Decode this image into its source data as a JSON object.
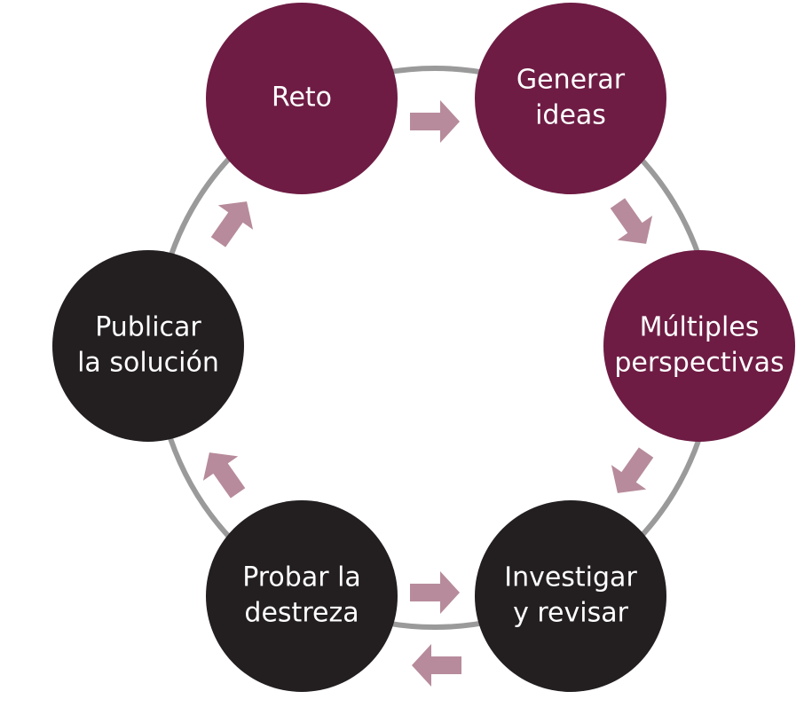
{
  "colors": {
    "maroon": "#6e1c44",
    "dark": "#231f20",
    "ring": "#9a9a9a",
    "arrow": "#b78b9b",
    "text": "#ffffff"
  },
  "nodes": [
    {
      "id": "reto",
      "lines": [
        "Reto"
      ],
      "color": "maroon"
    },
    {
      "id": "generar-ideas",
      "lines": [
        "Generar",
        "ideas"
      ],
      "color": "maroon"
    },
    {
      "id": "multiples-perspectivas",
      "lines": [
        "Múltiples",
        "perspectivas"
      ],
      "color": "maroon"
    },
    {
      "id": "investigar-y-revisar",
      "lines": [
        "Investigar",
        "y revisar"
      ],
      "color": "dark"
    },
    {
      "id": "probar-la-destreza",
      "lines": [
        "Probar la",
        "destreza"
      ],
      "color": "dark"
    },
    {
      "id": "publicar-la-solucion",
      "lines": [
        "Publicar",
        "la solución"
      ],
      "color": "dark"
    }
  ],
  "arrows": [
    {
      "from": "reto",
      "to": "generar-ideas",
      "direction": "right"
    },
    {
      "from": "generar-ideas",
      "to": "multiples-perspectivas",
      "direction": "down-right"
    },
    {
      "from": "multiples-perspectivas",
      "to": "investigar-y-revisar",
      "direction": "down-left"
    },
    {
      "from": "probar-la-destreza",
      "to": "investigar-y-revisar",
      "direction": "right"
    },
    {
      "from": "investigar-y-revisar",
      "to": "probar-la-destreza",
      "direction": "left"
    },
    {
      "from": "probar-la-destreza",
      "to": "publicar-la-solucion",
      "direction": "up-left"
    },
    {
      "from": "publicar-la-solucion",
      "to": "reto",
      "direction": "up-right"
    }
  ]
}
